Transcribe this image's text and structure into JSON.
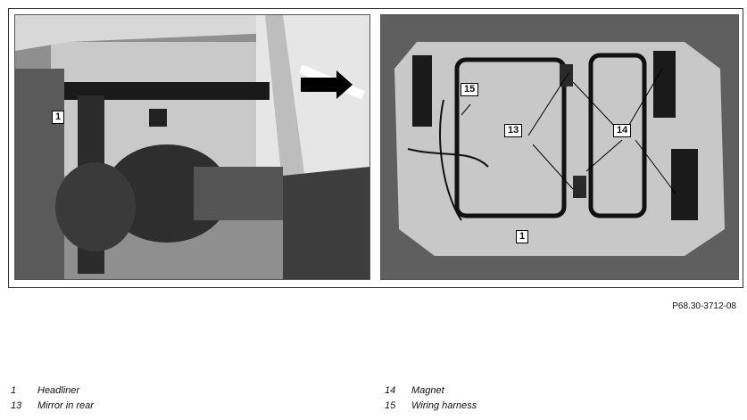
{
  "figure": {
    "reference": "P68.30-3712-08",
    "callouts": {
      "left_1": "1",
      "right_15": "15",
      "right_13": "13",
      "right_14": "14",
      "right_1": "1"
    }
  },
  "legend": [
    {
      "number": "1",
      "label": "Headliner"
    },
    {
      "number": "13",
      "label": "Mirror in rear"
    },
    {
      "number": "14",
      "label": "Magnet"
    },
    {
      "number": "15",
      "label": "Wiring harness"
    }
  ]
}
